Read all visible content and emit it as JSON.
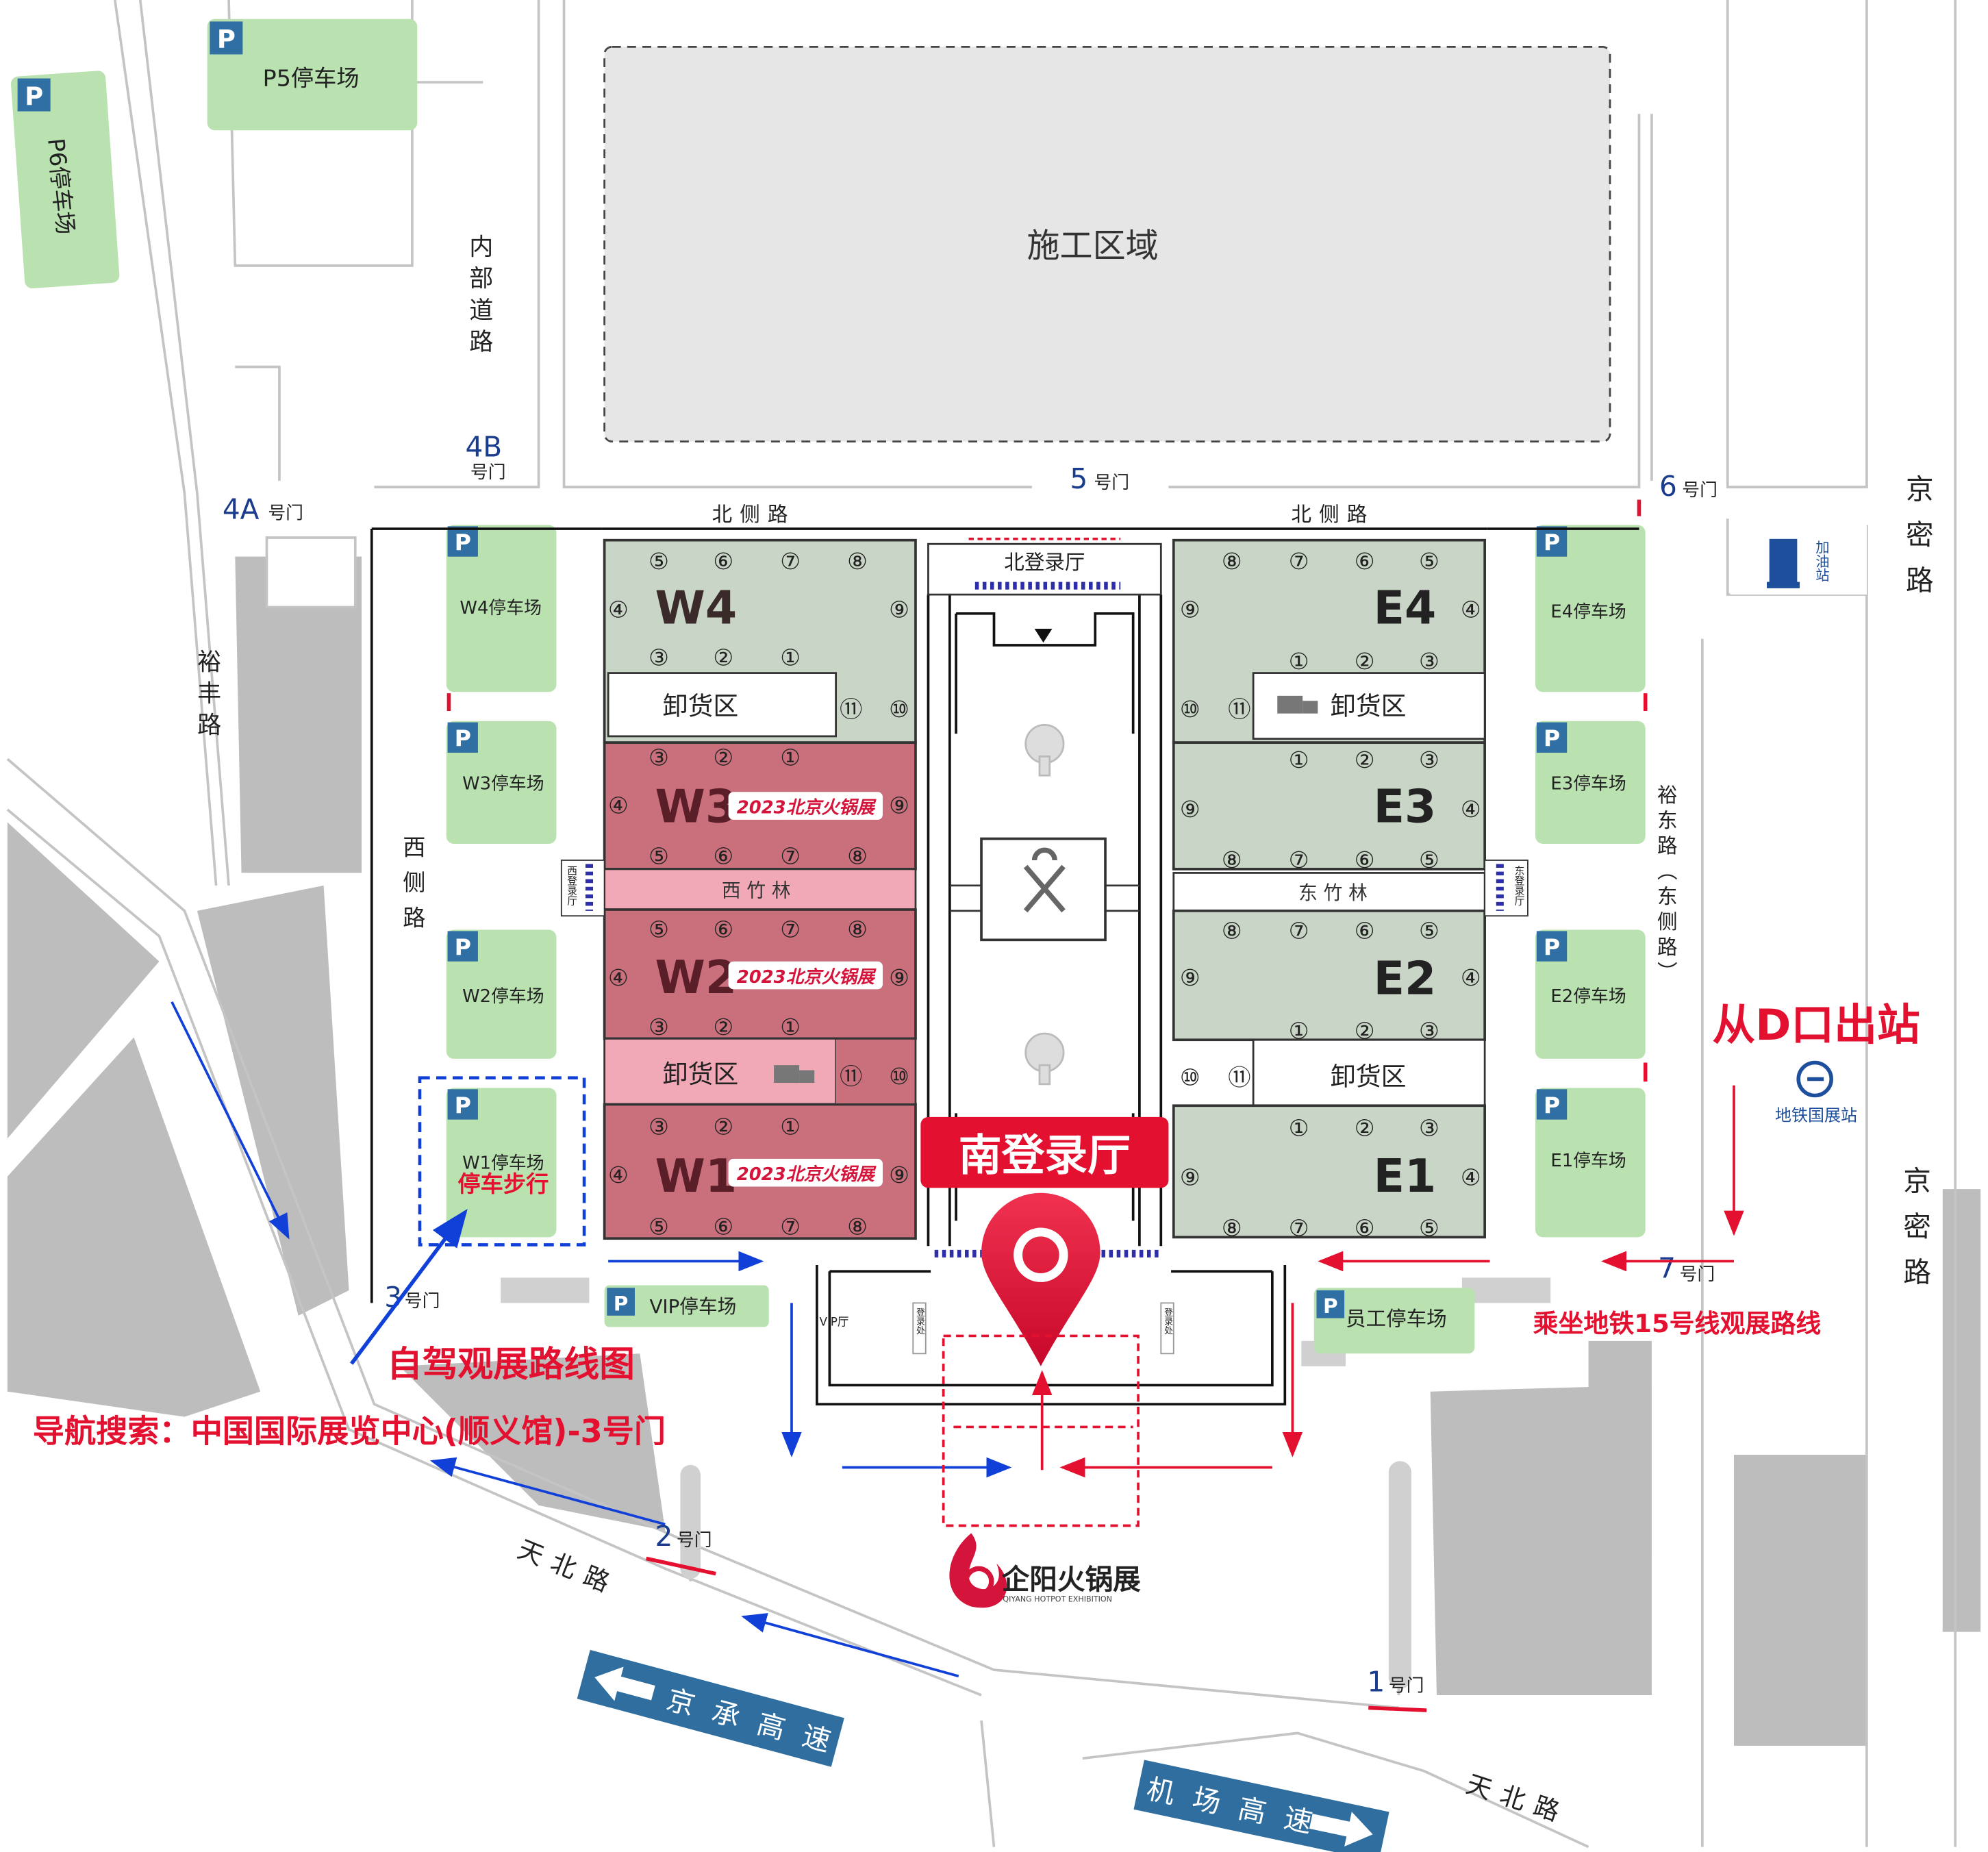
{
  "colors": {
    "road_gray": "#bdbdbd",
    "parking_green": "#b9e2b0",
    "hall_green": "#c9d5c6",
    "hall_red": "#c9707c",
    "bamboo_pink": "#f2a9b7",
    "accent_red": "#e3112f",
    "route_blue": "#1040d8",
    "gate_blue": "#1a3c8c",
    "sign_blue": "#2f6e9e"
  },
  "construction": {
    "label": "施工区域"
  },
  "parking": {
    "p5": "P5停车场",
    "p6": "P6停车场",
    "w4": "W4停车场",
    "w3": "W3停车场",
    "w2": "W2停车场",
    "w1": "W1停车场",
    "e4": "E4停车场",
    "e3": "E3停车场",
    "e2": "E2停车场",
    "e1": "E1停车场",
    "vip": "VIP停车场",
    "staff": "员工停车场",
    "icon": "P"
  },
  "roads": {
    "inner": "内部道路",
    "north": "北侧路",
    "west": "西侧路",
    "yufeng": "裕丰路",
    "yudong": "裕东路（东侧路）",
    "jingmi": "京密路",
    "tianbei": "天北路"
  },
  "gates": {
    "g1": {
      "num": "1",
      "suffix": "号门"
    },
    "g2": {
      "num": "2",
      "suffix": "号门"
    },
    "g3": {
      "num": "3",
      "suffix": "号门"
    },
    "g4a": {
      "num": "4A",
      "suffix": "号门"
    },
    "g4b": {
      "num": "4B",
      "suffix": "号门"
    },
    "g5": {
      "num": "5",
      "suffix": "号门"
    },
    "g6": {
      "num": "6",
      "suffix": "号门"
    },
    "g7": {
      "num": "7",
      "suffix": "号门"
    }
  },
  "halls": {
    "w4": "W4",
    "w3": "W3",
    "w2": "W2",
    "w1": "W1",
    "e4": "E4",
    "e3": "E3",
    "e2": "E2",
    "e1": "E1",
    "expo_banner": "2023北京火锅展",
    "unload": "卸货区",
    "west_bamboo": "西 竹 林",
    "east_bamboo": "东 竹 林"
  },
  "lobbies": {
    "north": "北登录厅",
    "south": "南登录厅",
    "west": "西登录厅",
    "east": "东登录厅",
    "vip": "VIP厅",
    "register": "登录处"
  },
  "gas_station": "加油站",
  "metro": {
    "station": "地铁国展站",
    "exit": "从D口出站",
    "route": "乘坐地铁15号线观展路线"
  },
  "driving": {
    "route": "自驾观展路线图",
    "park_walk": "停车步行",
    "nav": "导航搜索：中国国际展览中心(顺义馆)-3号门"
  },
  "highways": {
    "jingcheng": "京 承 高 速",
    "airport": "机 场 高 速"
  },
  "logo": {
    "name": "企阳火锅展",
    "sub": "QIYANG HOTPOT EXHIBITION"
  },
  "zones": [
    "①",
    "②",
    "③",
    "④",
    "⑤",
    "⑥",
    "⑦",
    "⑧",
    "⑨",
    "⑩",
    "⑪"
  ]
}
